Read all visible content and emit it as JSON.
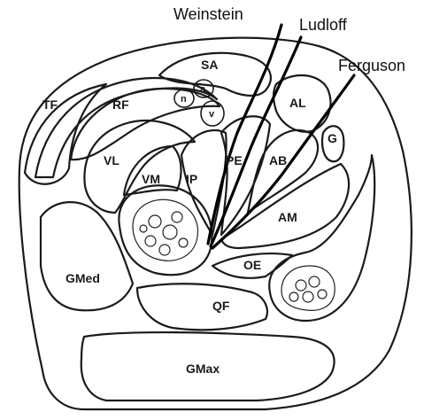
{
  "approaches": {
    "weinstein": "Weinstein",
    "ludloff": "Ludloff",
    "ferguson": "Ferguson"
  },
  "muscles": {
    "tf": "TF",
    "rf": "RF",
    "sa": "SA",
    "n": "n",
    "a": "a",
    "v": "v",
    "al": "AL",
    "g": "G",
    "vl": "VL",
    "vm": "VM",
    "ip": "IP",
    "pe": "PE",
    "ab": "AB",
    "am": "AM",
    "oe": "OE",
    "gmed": "GMed",
    "qf": "QF",
    "gmax": "GMax"
  },
  "colors": {
    "line": "#1a1a1a",
    "route": "#000000",
    "background": "#ffffff"
  }
}
